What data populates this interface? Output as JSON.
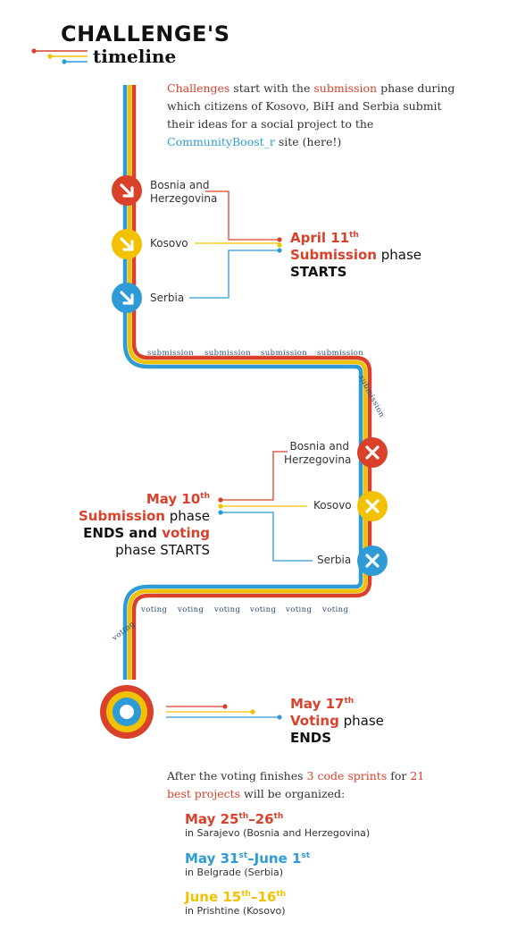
{
  "header": {
    "title": "CHALLENGE'S",
    "subtitle": "timeline"
  },
  "intro": {
    "w1": "Challenges",
    "t1": " start with the ",
    "w2": "submission",
    "t2": " phase during which citizens of Kosovo, BiH and Serbia submit their ideas for a social project to the ",
    "w3": "CommunityBoost_r",
    "t3": " site (here!)"
  },
  "stage1": {
    "countries": [
      "Bosnia and",
      "Herzegovina",
      "Kosovo",
      "Serbia"
    ],
    "date_main": "April 11",
    "date_sup": "th",
    "line2_colored": "Submission",
    "line2_rest": " phase",
    "line3": "STARTS"
  },
  "track_words": {
    "submission": "submission",
    "voting": "voting"
  },
  "stage2": {
    "countries": [
      "Bosnia and",
      "Herzegovina",
      "Kosovo",
      "Serbia"
    ],
    "date_main": "May 10",
    "date_sup": "th",
    "line2_colored": "Submission",
    "line2_rest": " phase",
    "line3_a": "ENDS and ",
    "line3_colored": "voting",
    "line4": "phase STARTS"
  },
  "stage3": {
    "date_main": "May 17",
    "date_sup": "th",
    "line2_colored": "Voting",
    "line2_rest": " phase",
    "line3": "ENDS"
  },
  "after": {
    "t1": "After the voting finishes ",
    "w1": "3 code sprints",
    "t2": " for ",
    "w2": "21 best projects",
    "t3": " will be organized:"
  },
  "sprints": [
    {
      "d1": "May 25",
      "s1": "th",
      "mid": "–26",
      "s2": "th",
      "place": "in Sarajevo (Bosnia and Herzegovina)"
    },
    {
      "d1": "May 31",
      "s1": "st",
      "mid": "–June 1",
      "s2": "st",
      "place": "in Belgrade (Serbia)"
    },
    {
      "d1": "June 15",
      "s1": "th",
      "mid": "–16",
      "s2": "th",
      "place": "in Prishtine (Kosovo)"
    }
  ],
  "colors": {
    "red": "#d9412b",
    "yellow": "#f2c200",
    "blue": "#2e9bd6",
    "navy": "#2b4f7a"
  }
}
